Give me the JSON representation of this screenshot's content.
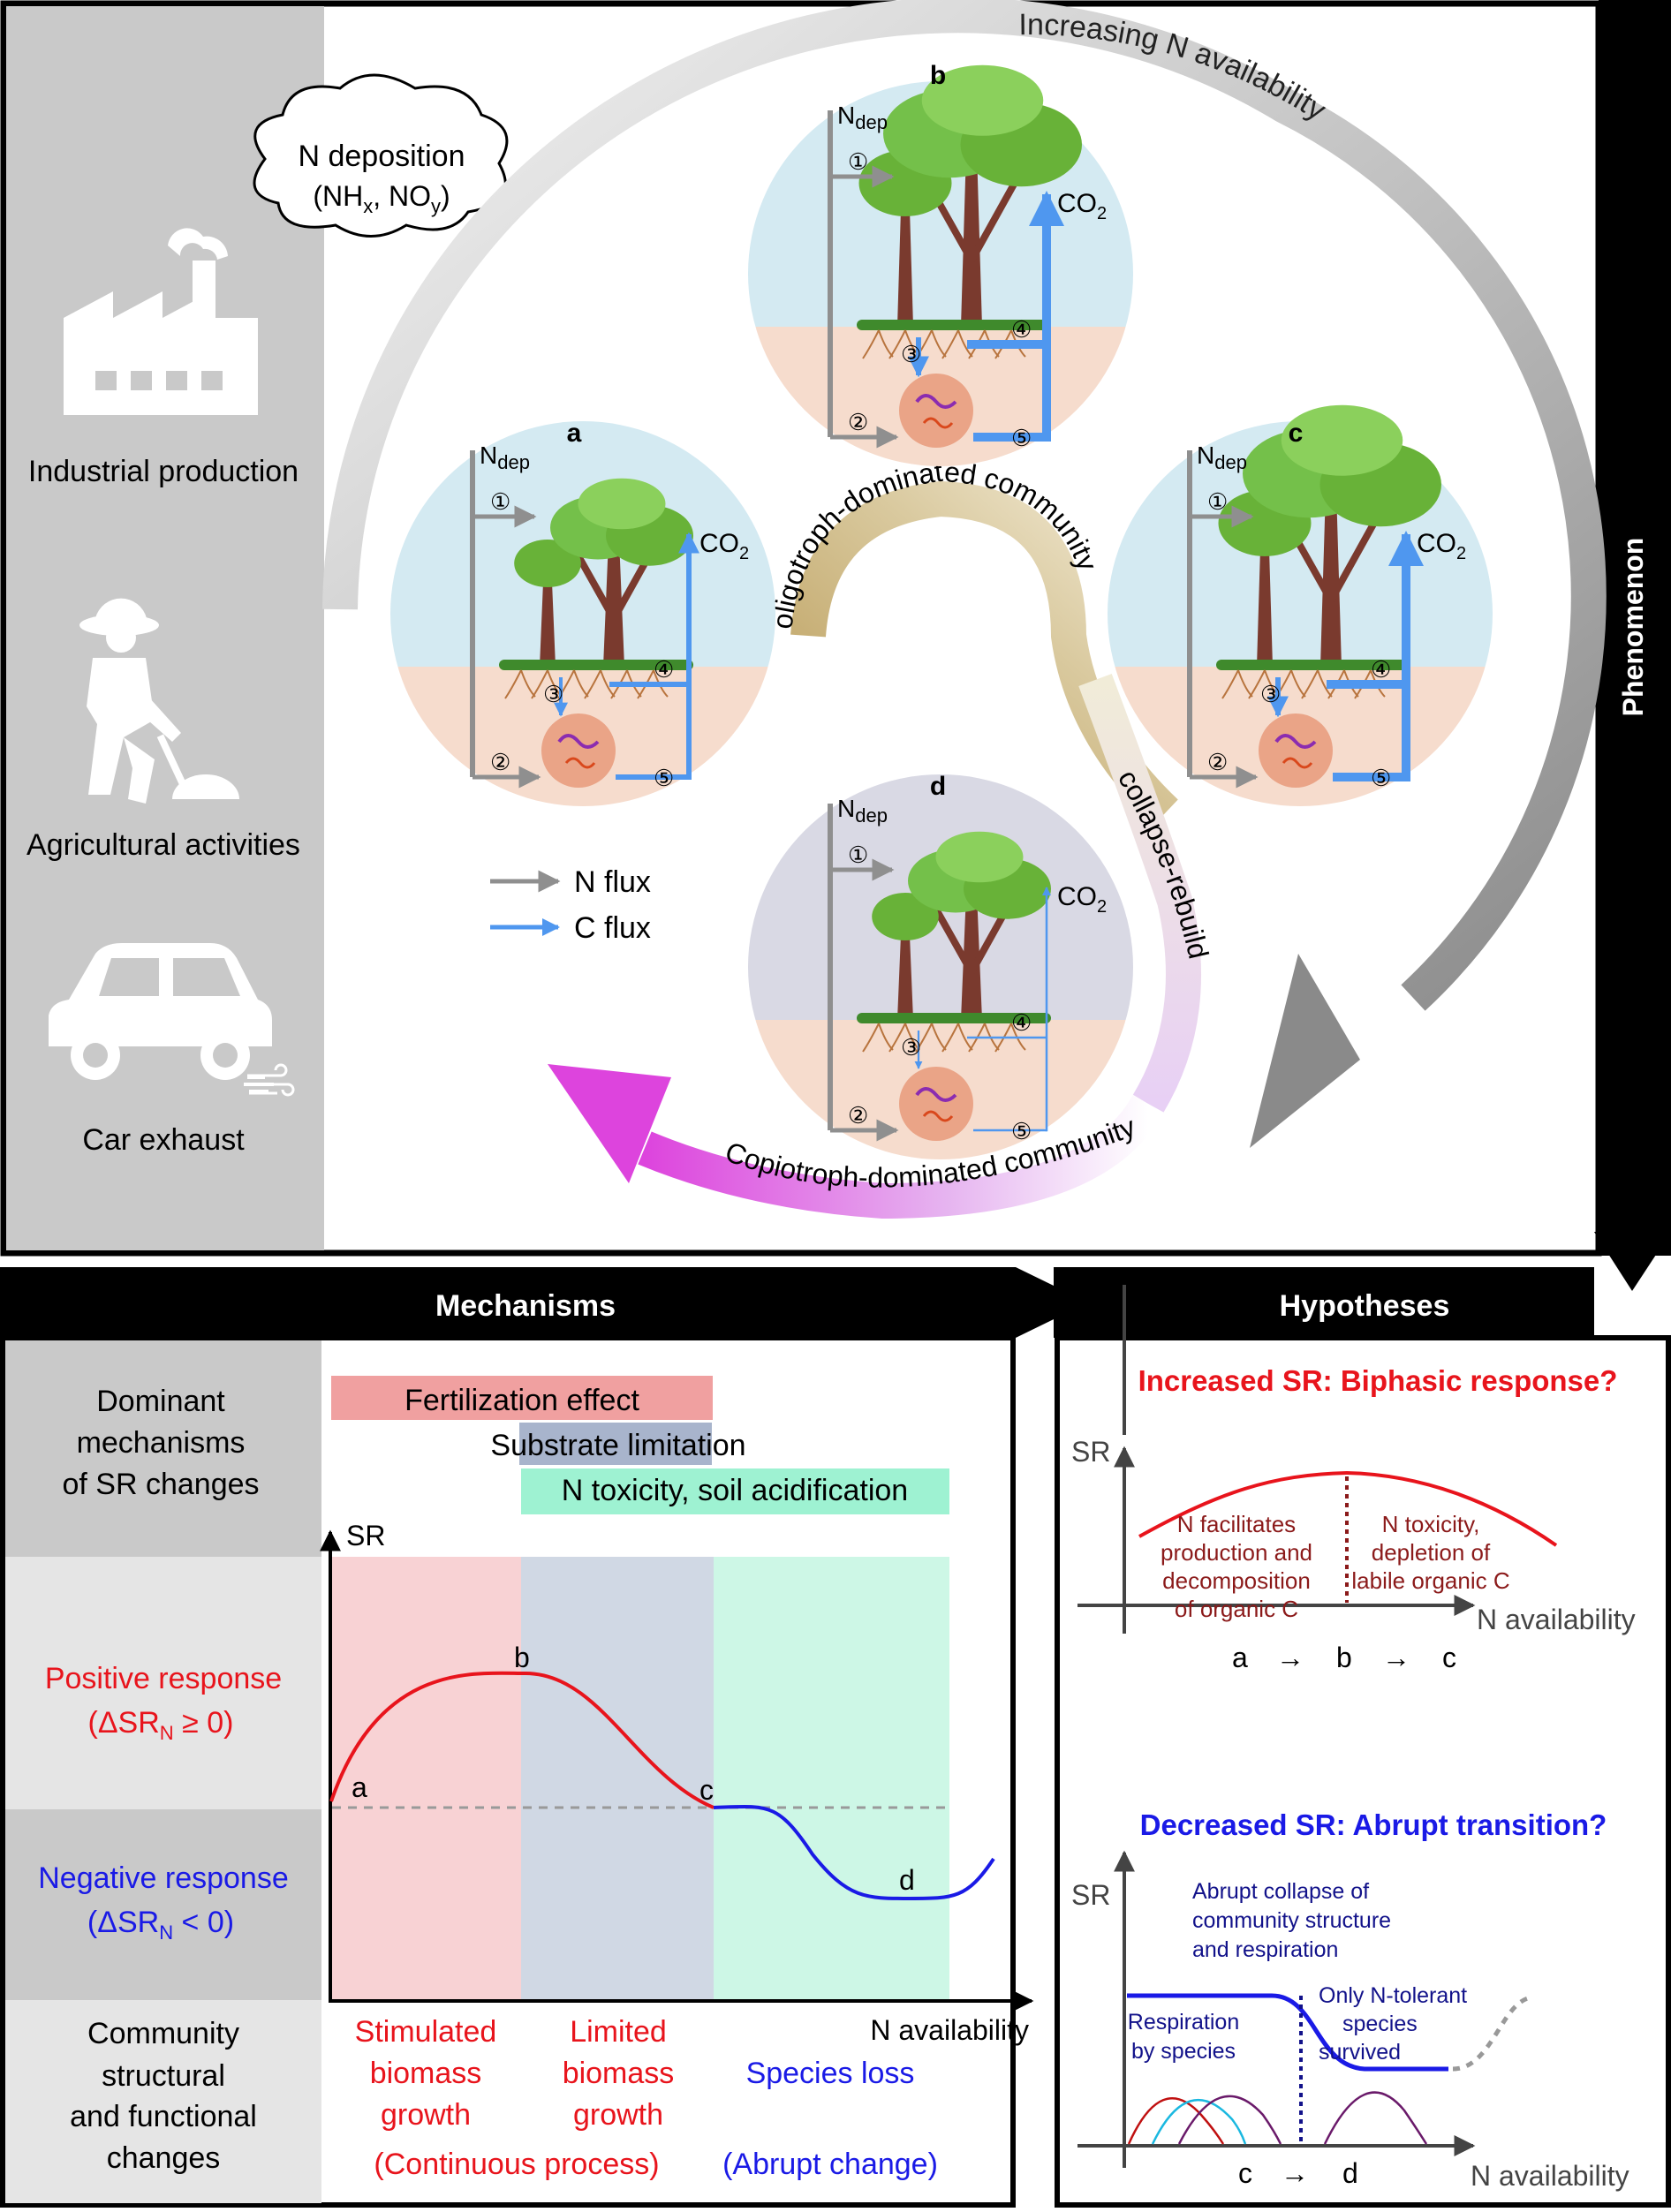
{
  "phenomenon": {
    "side_title": "Phenomenon",
    "sources": [
      "Industrial production",
      "Agricultural activities",
      "Car exhaust"
    ],
    "cloud": {
      "line1": "N deposition",
      "nh": "(NH",
      "nh_sub": "x",
      "sep": ", NO",
      "no_sub": "y",
      "close": ")"
    },
    "arc_label": "Increasing N availability",
    "legend": {
      "n_flux": "N flux",
      "c_flux": "C flux"
    },
    "arc_oligotroph": "oligotroph-dominated community",
    "arc_collapse": "collapse-rebuild",
    "arc_copiotroph": "Copiotroph-dominated community",
    "panels": [
      {
        "letter": "b",
        "ndep_n": "N",
        "ndep_sub": "dep",
        "co2": "CO",
        "co2_sub": "2"
      },
      {
        "letter": "a",
        "ndep_n": "N",
        "ndep_sub": "dep",
        "co2": "CO",
        "co2_sub": "2"
      },
      {
        "letter": "c",
        "ndep_n": "N",
        "ndep_sub": "dep",
        "co2": "CO",
        "co2_sub": "2"
      },
      {
        "letter": "d",
        "ndep_n": "N",
        "ndep_sub": "dep",
        "co2": "CO",
        "co2_sub": "2"
      }
    ],
    "markers": [
      "①",
      "②",
      "③",
      "④",
      "⑤"
    ]
  },
  "mechanisms": {
    "title": "Mechanisms",
    "row1": [
      "Dominant",
      "mechanisms",
      "of SR changes"
    ],
    "row2": [
      "Positive response"
    ],
    "row2_formula": {
      "open": "(ΔSR",
      "sub": "N",
      "rel": " ≥ 0)"
    },
    "row3": [
      "Negative response"
    ],
    "row3_formula": {
      "open": "(ΔSR",
      "sub": "N",
      "rel": " < 0)"
    },
    "row4": [
      "Community",
      "structural",
      "and functional",
      "changes"
    ],
    "bars": [
      "Fertilization effect",
      "Substrate limitation",
      "N toxicity, soil acidification"
    ],
    "axis_y": "SR",
    "axis_x": "N availability",
    "point_labels": [
      "a",
      "b",
      "c",
      "d"
    ],
    "zone_labels": {
      "stimulated": [
        "Stimulated",
        "biomass",
        "growth"
      ],
      "limited": [
        "Limited",
        "biomass",
        "growth"
      ],
      "species_loss": "Species loss",
      "continuous": "(Continuous process)",
      "abrupt": "(Abrupt change)"
    }
  },
  "hypotheses": {
    "title": "Hypotheses",
    "h1": {
      "title": "Increased SR: Biphasic response?",
      "axis_y": "SR",
      "axis_x": "N availability",
      "left_note": [
        "N facilitates",
        "production and",
        "decomposition",
        "of organic C"
      ],
      "right_note": [
        "N toxicity,",
        "depletion of",
        "labile organic C"
      ],
      "sequence": [
        "a",
        "→",
        "b",
        "→",
        "c"
      ]
    },
    "h2": {
      "title": "Decreased SR: Abrupt transition?",
      "axis_y": "SR",
      "axis_x": "N availability",
      "collapse_note": [
        "Abrupt collapse of",
        "community structure",
        "and respiration"
      ],
      "species_note": [
        "Respiration",
        "by species"
      ],
      "tolerant_note": [
        "Only N-tolerant",
        "species",
        "survived"
      ],
      "sequence": [
        "c",
        "→",
        "d"
      ]
    }
  },
  "colors": {
    "n_flux": "#8f8f8f",
    "c_flux": "#4f97ef",
    "positive": "#e8141c",
    "negative": "#1a1ae6",
    "dark_red": "#8b1a1a",
    "navy": "#12128a",
    "fertilization_bar": "#f0a0a0",
    "substrate_bar": "#a8b4cc",
    "toxicity_bar": "#9ef2d2"
  }
}
